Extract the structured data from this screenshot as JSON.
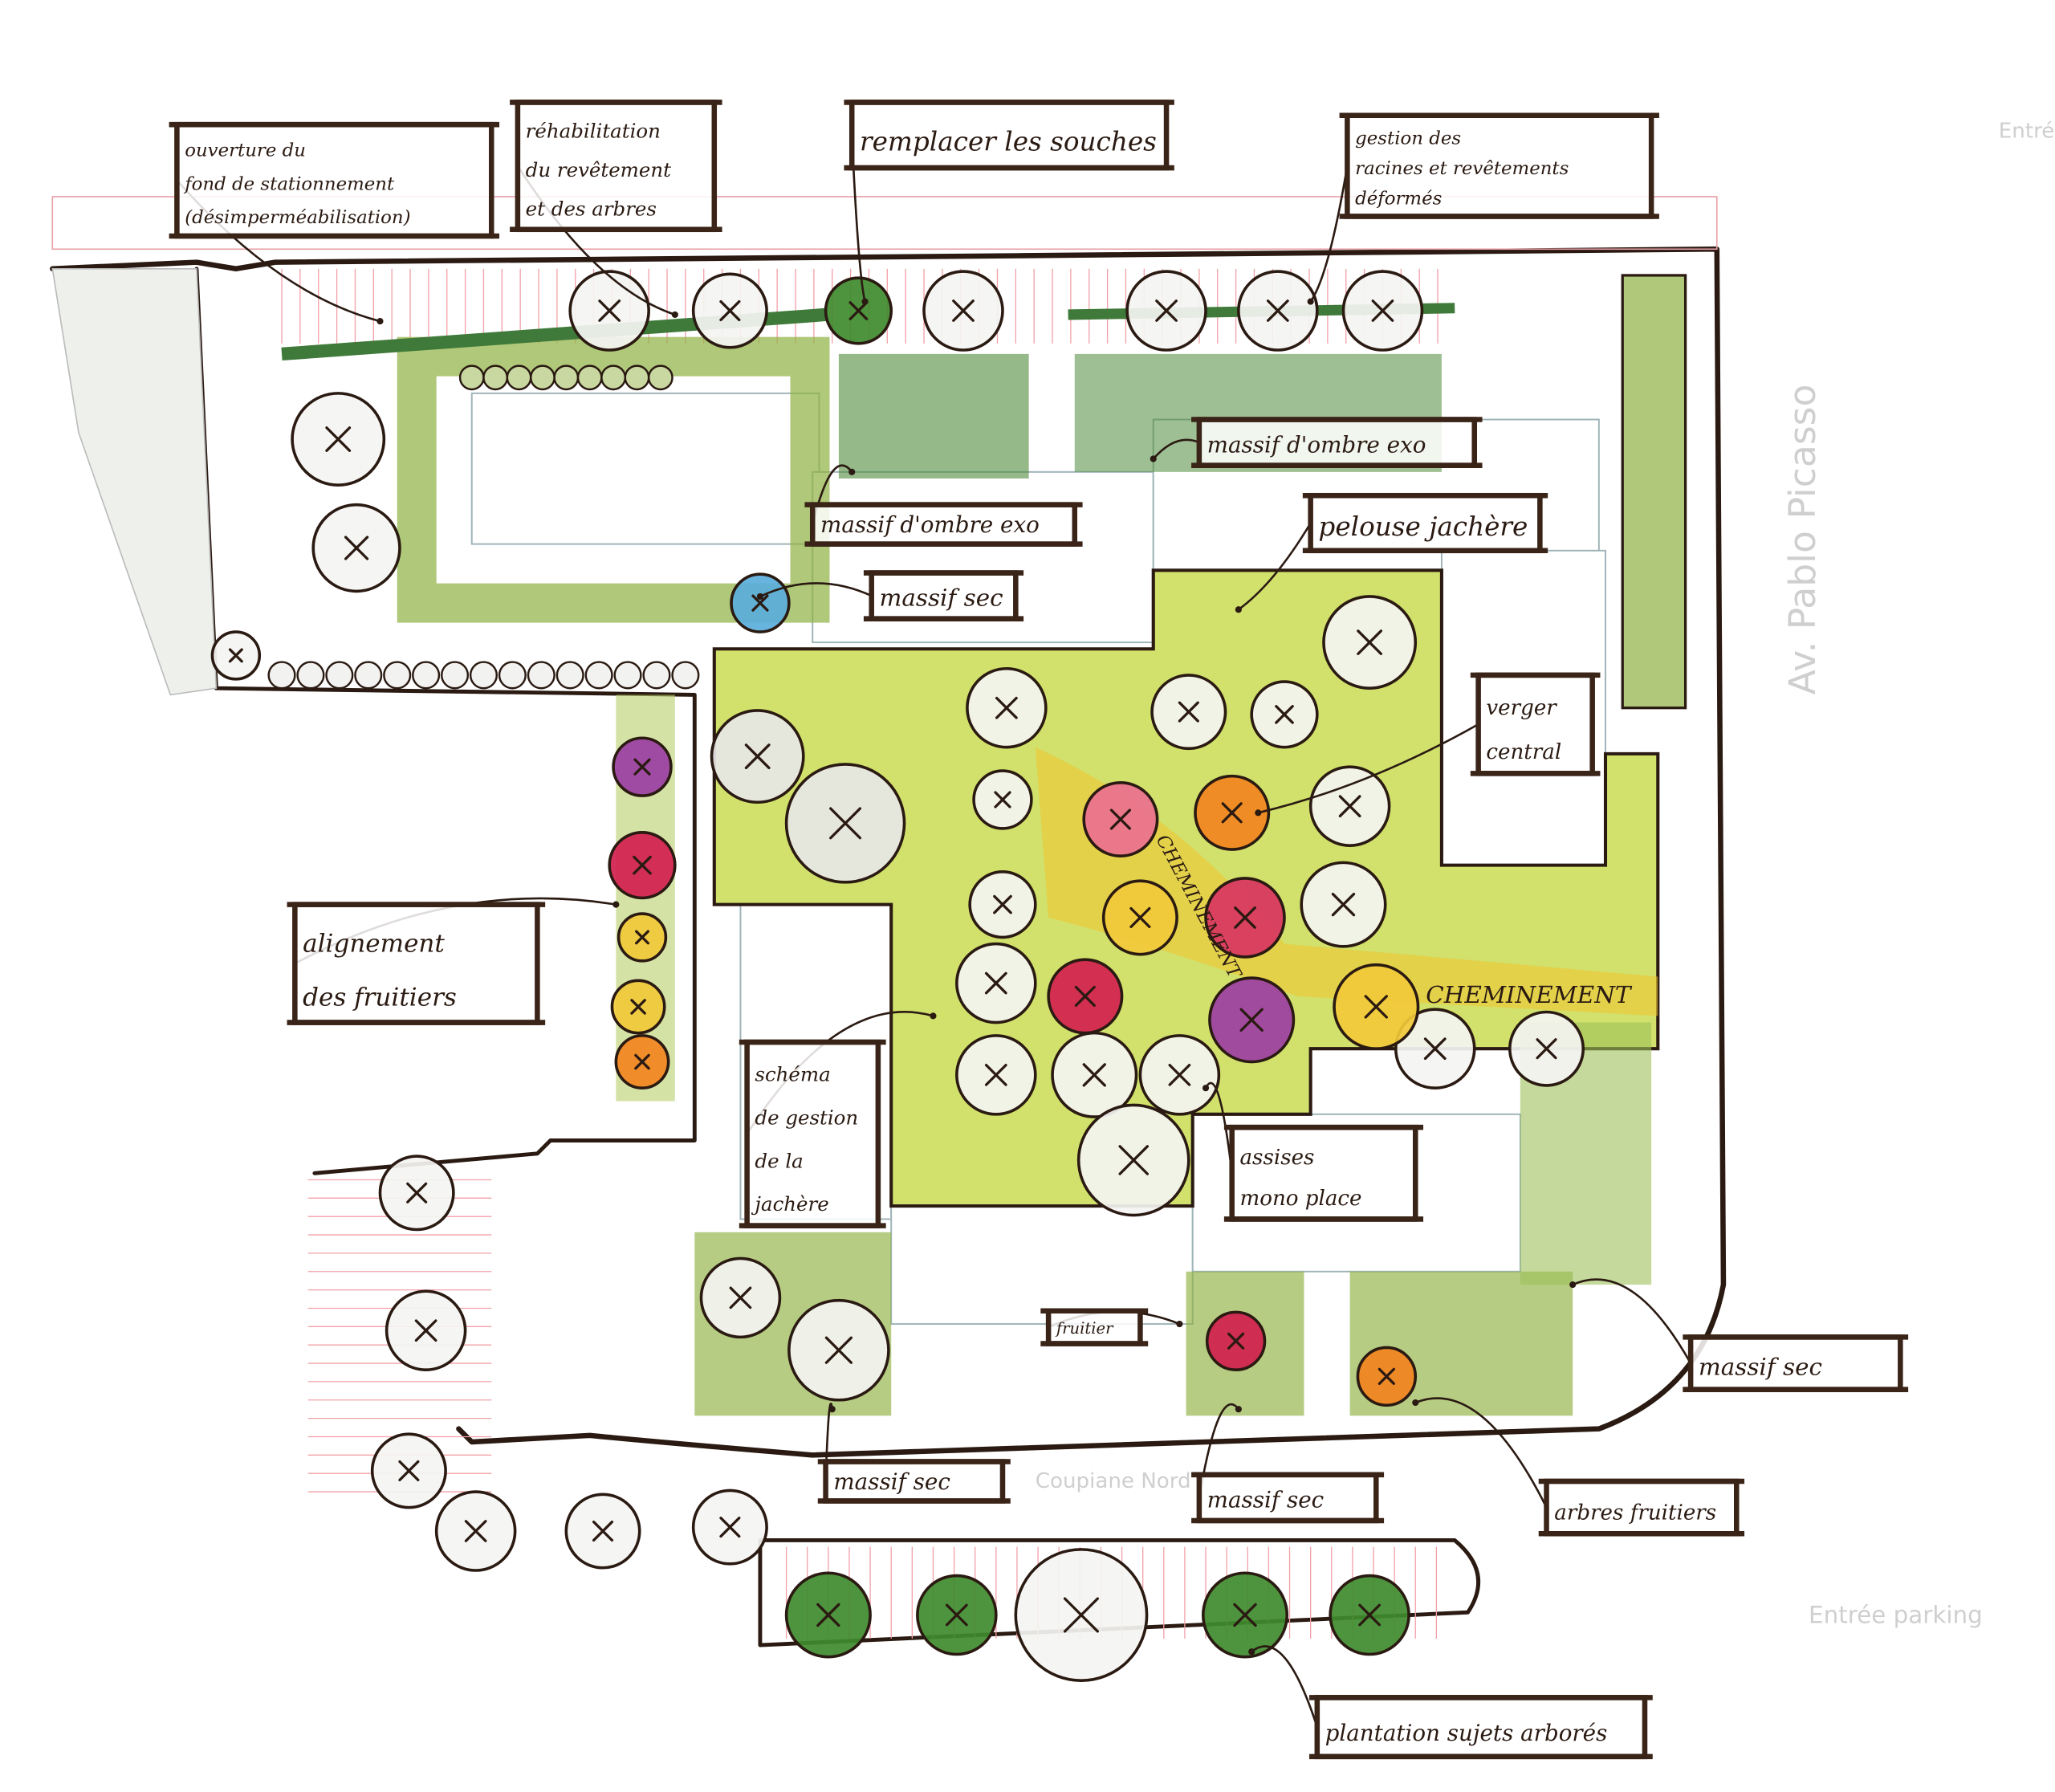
{
  "title": "Plan d'aménagement paysager",
  "labels": [
    {
      "id": "ouverture-stationnement",
      "lines": [
        "ouverture du",
        "fond de stationnement",
        "(désimperméabilisation)"
      ]
    },
    {
      "id": "rehabilitation-revetement",
      "lines": [
        "réhabilitation",
        "du revêtement",
        "et des arbres"
      ]
    },
    {
      "id": "remplacer-souches",
      "lines": [
        "remplacer les souches"
      ]
    },
    {
      "id": "gestion-racines",
      "lines": [
        "gestion des",
        "racines et revêtements",
        "déformés"
      ]
    },
    {
      "id": "massif-ombre-exo-1",
      "lines": [
        "massif d'ombre exo"
      ]
    },
    {
      "id": "massif-ombre-exo-2",
      "lines": [
        "massif d'ombre exo"
      ]
    },
    {
      "id": "massif-sec-1",
      "lines": [
        "massif sec"
      ]
    },
    {
      "id": "pelouse-jachere",
      "lines": [
        "pelouse jachère"
      ]
    },
    {
      "id": "verger-central",
      "lines": [
        "verger",
        "central"
      ]
    },
    {
      "id": "alignement-fruitiers",
      "lines": [
        "alignement",
        "des fruitiers"
      ]
    },
    {
      "id": "schema-gestion-jachere",
      "lines": [
        "schéma",
        "de gestion",
        "de la",
        "jachère"
      ]
    },
    {
      "id": "assises-mono-place",
      "lines": [
        "assises",
        "mono place"
      ]
    },
    {
      "id": "fruitier",
      "lines": [
        "fruitier"
      ]
    },
    {
      "id": "massif-sec-2",
      "lines": [
        "massif sec"
      ]
    },
    {
      "id": "massif-sec-3",
      "lines": [
        "massif sec"
      ]
    },
    {
      "id": "massif-sec-4",
      "lines": [
        "massif sec"
      ]
    },
    {
      "id": "arbres-fruitiers",
      "lines": [
        "arbres fruitiers"
      ]
    },
    {
      "id": "plantation-sujets",
      "lines": [
        "plantation sujets arborés"
      ]
    }
  ],
  "paths": {
    "main": "CHEMINEMENT",
    "diagonal": "CHEMINEMENT"
  },
  "streets": {
    "avenue": "Av. Pablo Picasso",
    "parking": "Entrée parking",
    "north": "Coupiane Nord",
    "entry_top": "Entré"
  },
  "colors": {
    "meadow": "#c9dc52",
    "path": "#f2c530",
    "shrub": "#8fb040",
    "dark_green": "#3f8a2e",
    "pink": "#ea6f8f",
    "orange": "#f2841f",
    "yellow": "#f1c93a",
    "magenta": "#d8345f",
    "red": "#d21f4f",
    "purple": "#9b3ea3",
    "blue": "#5aaedc",
    "ink": "#2a1a12"
  }
}
